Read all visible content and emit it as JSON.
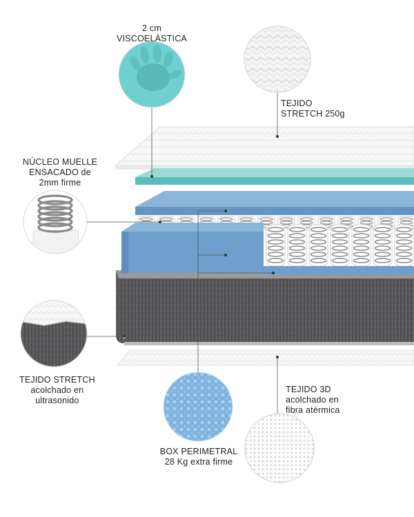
{
  "labels": {
    "viscoelastica": {
      "line1": "2 cm",
      "line2": "VISCOELÁSTICA"
    },
    "tejido_stretch_top": {
      "line1": "TEJIDO",
      "line2": "STRETCH 250g"
    },
    "nucleo": {
      "line1": "NÚCLEO MUELLE",
      "line2": "ENSACADO de",
      "line3": "2mm firme"
    },
    "tejido_stretch_side": {
      "line1": "TEJIDO STRETCH",
      "line2": "acolchado en",
      "line3": "ultrasonido"
    },
    "box_perimetral": {
      "line1": "BOX PERIMETRAL",
      "line2": "28 Kg extra firme"
    },
    "tejido_3d": {
      "line1": "TEJIDO 3D",
      "line2": "acolchado en",
      "line3": "fibra atérmica"
    }
  },
  "colors": {
    "memory_foam": "#6ec9c8",
    "blue_foam": "#6f9fcc",
    "gray_fabric": "#58585a",
    "top_fabric": "#f6f6f6",
    "callout_line": "#444444"
  }
}
